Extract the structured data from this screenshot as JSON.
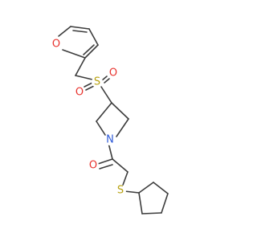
{
  "colors": {
    "bond": "#3c3c3c",
    "oxygen": "#e8332e",
    "nitrogen": "#2f5bd8",
    "sulfur": "#b7a10f",
    "background": "#ffffff"
  },
  "atoms": {
    "furan_o": "O",
    "sulfonyl_o_left": "O",
    "sulfonyl_s": "S",
    "sulfonyl_o_right": "O",
    "pyrrolidine_n": "N",
    "carbonyl_o": "O",
    "thioether_s": "S"
  }
}
